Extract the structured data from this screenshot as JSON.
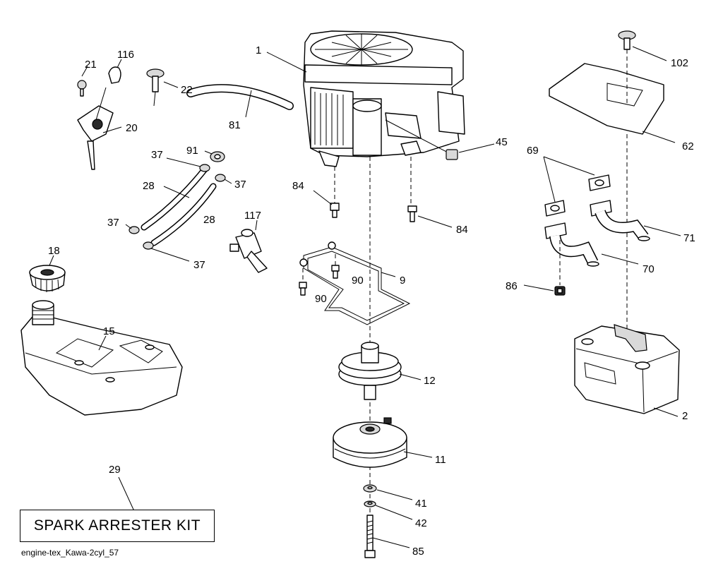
{
  "diagram": {
    "callouts": [
      "1",
      "102",
      "116",
      "21",
      "22",
      "20",
      "81",
      "91",
      "37",
      "37",
      "28",
      "28",
      "37",
      "37",
      "117",
      "45",
      "84",
      "84",
      "90",
      "90",
      "9",
      "62",
      "69",
      "71",
      "70",
      "86",
      "18",
      "15",
      "12",
      "11",
      "41",
      "42",
      "85",
      "2",
      "29"
    ],
    "kit_label": "SPARK ARRESTER KIT",
    "drawing_id": "engine-tex_Kawa-2cyl_57"
  }
}
